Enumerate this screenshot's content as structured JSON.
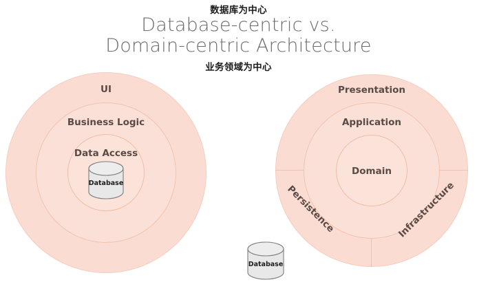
{
  "header": {
    "annotation_top": "数据库为中心",
    "title": "Database-centric vs.\nDomain-centric Architecture",
    "annotation_bottom": "业务领域为中心"
  },
  "colors": {
    "ring_fill": "#fadcd2",
    "ring_stroke": "#f2c2ac",
    "label_text": "#5a4a45",
    "title_text": "#6b6b6b",
    "annotation_text": "#1a1a1a",
    "cylinder_fill": "#e6e6e6",
    "cylinder_stroke": "#808080",
    "background": "#ffffff"
  },
  "diagrams": [
    {
      "id": "database-centric",
      "name": "Database-centric Architecture",
      "layers": [
        {
          "label": "UI"
        },
        {
          "label": "Business Logic"
        },
        {
          "label": "Data Access"
        }
      ],
      "center_element": {
        "label": "Database",
        "type": "cylinder"
      },
      "dividers": []
    },
    {
      "id": "domain-centric",
      "name": "Domain-centric Architecture",
      "layers": [
        {
          "label": "Presentation"
        },
        {
          "label": "Application"
        },
        {
          "label": "Domain"
        }
      ],
      "center_element": null,
      "sectors": [
        {
          "label": "Persistence",
          "rotation_deg": 45
        },
        {
          "label": "Infrastructure",
          "rotation_deg": -45
        }
      ],
      "dividers": [
        "left-horizontal",
        "right-horizontal",
        "bottom-vertical"
      ]
    }
  ],
  "external_element": {
    "label": "Database",
    "type": "cylinder"
  }
}
